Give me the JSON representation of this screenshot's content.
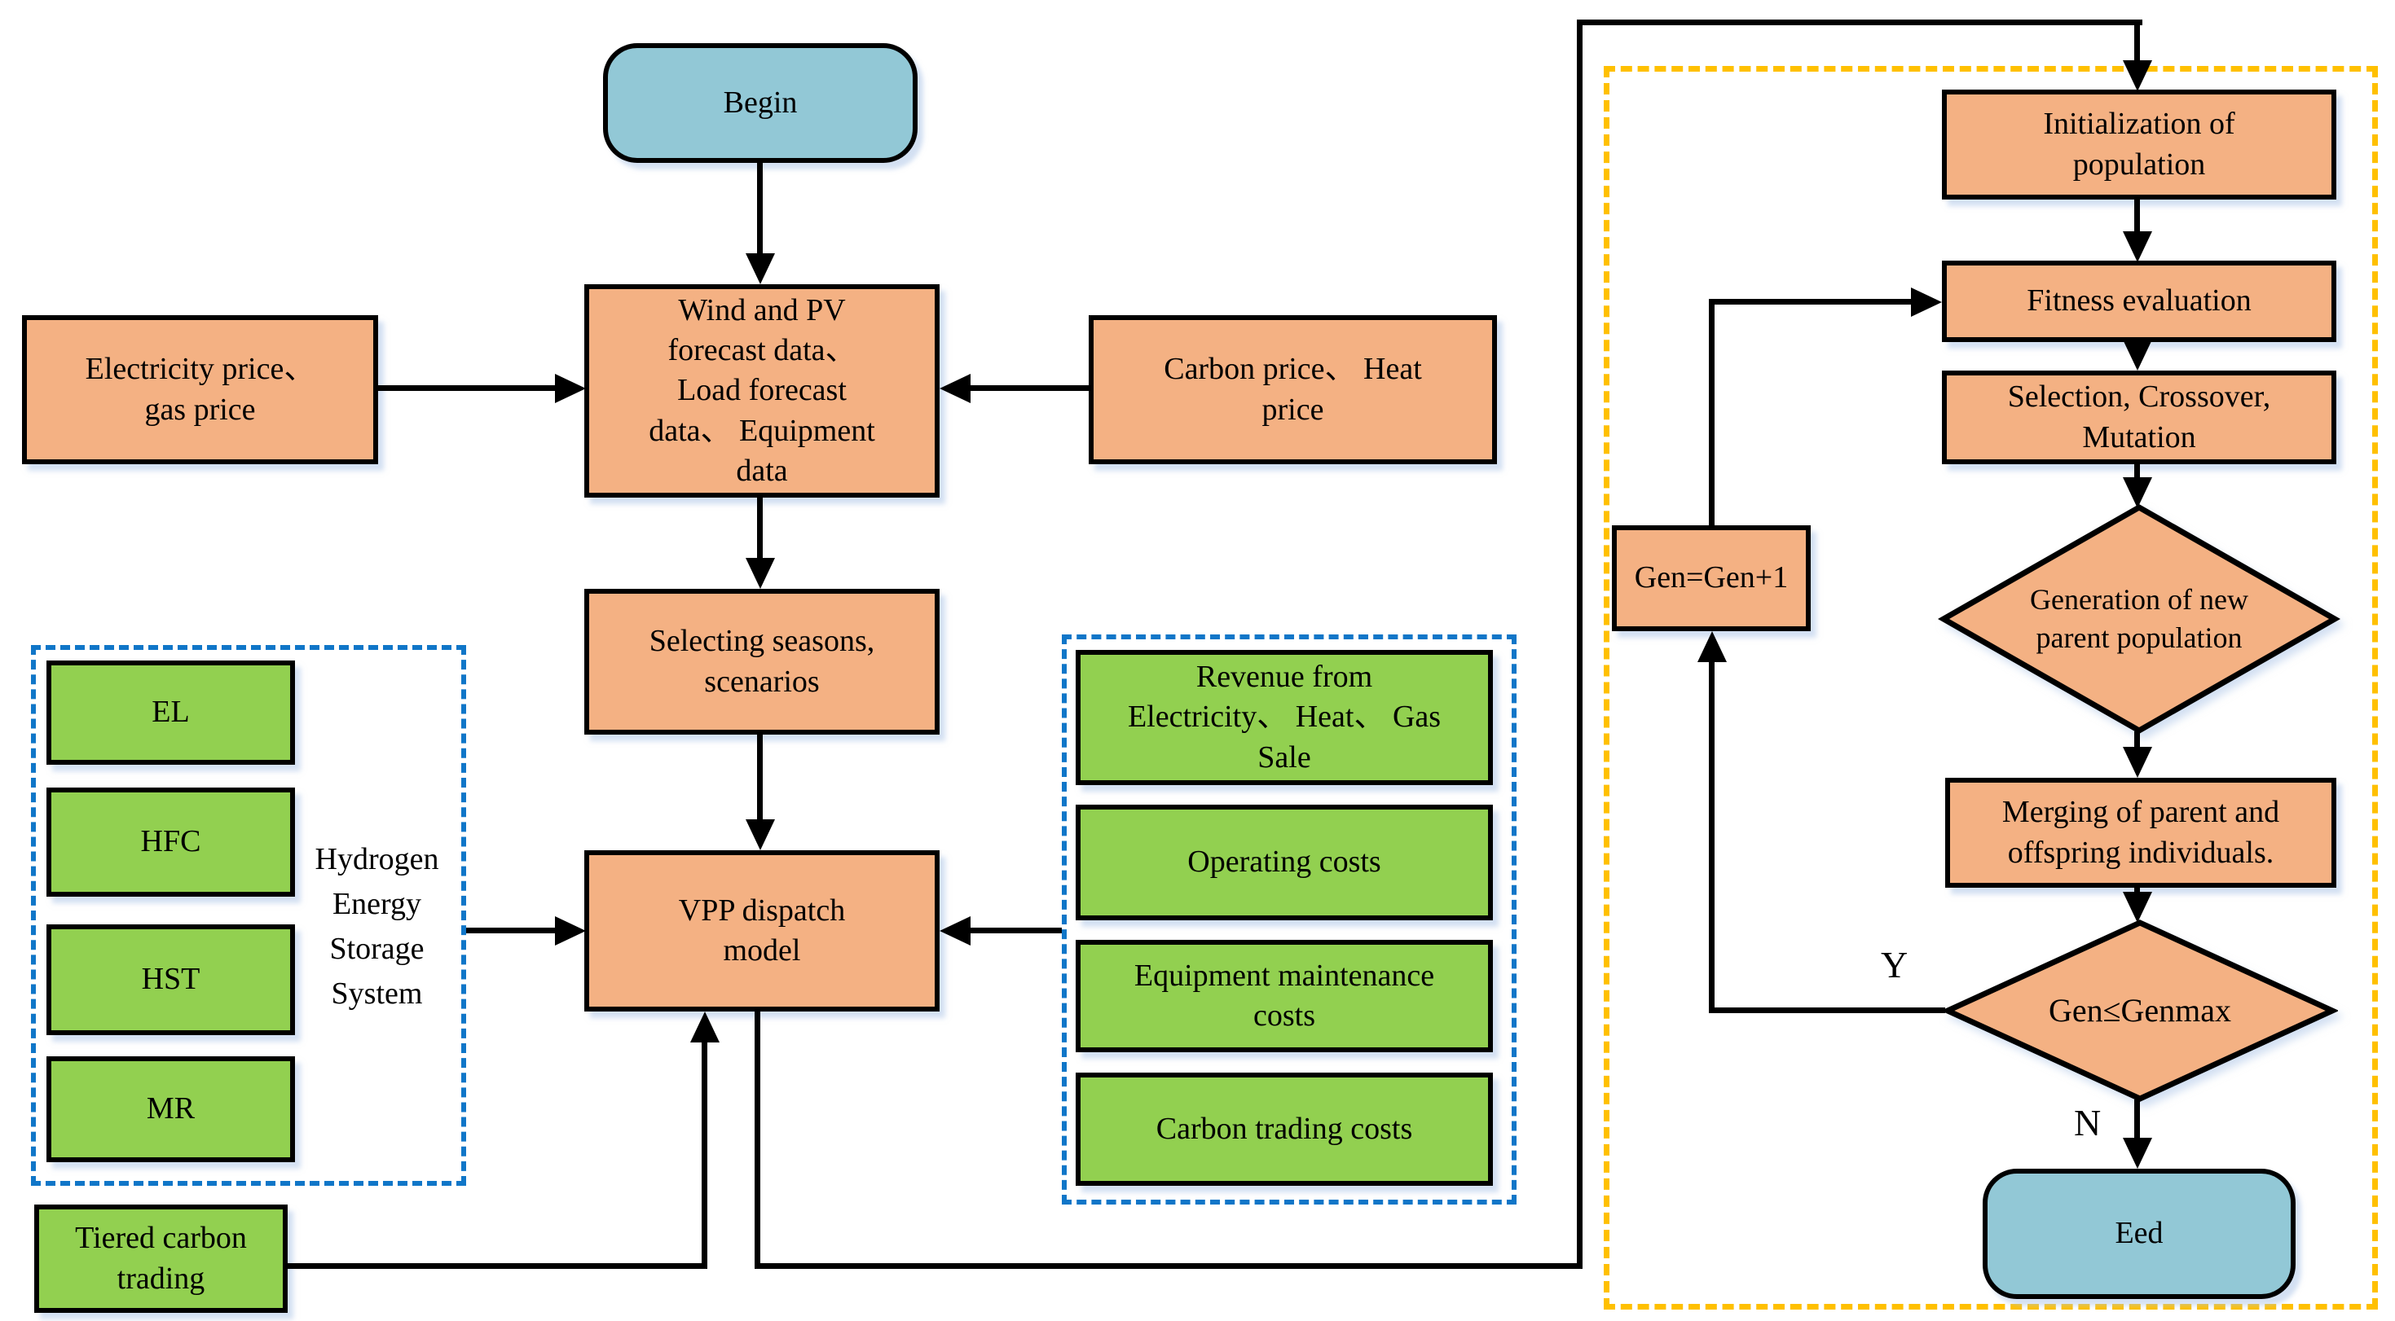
{
  "colors": {
    "process_fill": "#F4B183",
    "terminal_fill": "#92C8D6",
    "resource_fill": "#92D050",
    "hess_group_border": "#1076C8",
    "costs_group_border": "#1076C8",
    "ga_group_border": "#FFC000",
    "connector": "#000000"
  },
  "nodes": {
    "begin": "Begin",
    "forecast": "Wind and PV\nforecast data、\nLoad forecast\ndata、 Equipment\ndata",
    "electricity_price": "Electricity price、\ngas price",
    "carbon_price": "Carbon price、 Heat\nprice",
    "selecting": "Selecting seasons,\nscenarios",
    "vpp": "VPP dispatch\nmodel",
    "el": "EL",
    "hfc": "HFC",
    "hst": "HST",
    "mr": "MR",
    "tiered": "Tiered carbon\ntrading",
    "revenue": "Revenue from\nElectricity、 Heat、 Gas\nSale",
    "operating": "Operating costs",
    "equipment": "Equipment maintenance\ncosts",
    "carbon_trading": "Carbon trading costs",
    "initialization": "Initialization of\npopulation",
    "fitness": "Fitness evaluation",
    "selection": "Selection, Crossover,\nMutation",
    "generation_diamond": "Generation of new\nparent population",
    "merging": "Merging of parent and\noffspring individuals.",
    "gen_update": "Gen=Gen+1",
    "genmax_diamond": "Gen≤Genmax",
    "end": "Eed"
  },
  "groups": {
    "hess_label": "Hydrogen\nEnergy\nStorage\nSystem"
  },
  "edge_labels": {
    "yes": "Y",
    "no": "N"
  }
}
